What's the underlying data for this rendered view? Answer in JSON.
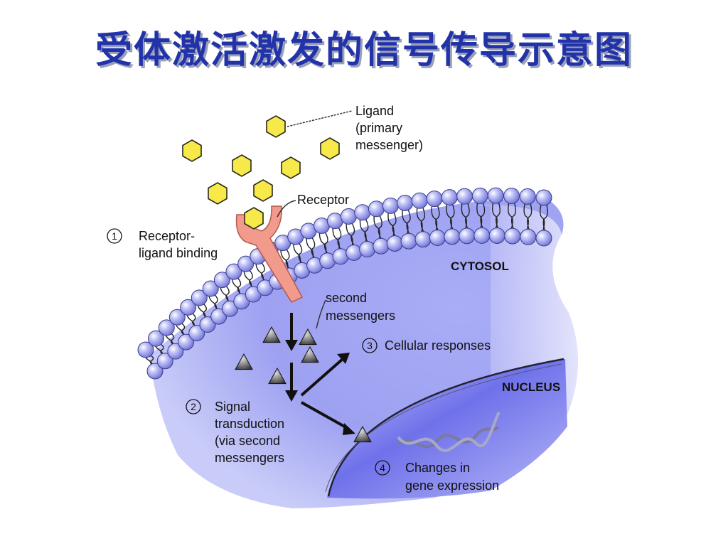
{
  "title": "受体激活激发的信号传导示意图",
  "diagram": {
    "ligand_label": [
      "Ligand",
      "(primary",
      "messenger)"
    ],
    "receptor_label": "Receptor",
    "step1": {
      "number": "1",
      "lines": [
        "Receptor-",
        "ligand binding"
      ]
    },
    "second_messengers_label": [
      "second",
      "messengers"
    ],
    "cytosol_label": "CYTOSOL",
    "step3": {
      "number": "3",
      "text": "Cellular responses"
    },
    "nucleus_label": "NUCLEUS",
    "step2": {
      "number": "2",
      "lines": [
        "Signal",
        "transduction",
        "(via second",
        "messengers"
      ]
    },
    "step4": {
      "number": "4",
      "lines": [
        "Changes in",
        "gene expression"
      ]
    }
  },
  "colors": {
    "title": "#2233aa",
    "ligand": "#f7e94a",
    "receptor": "#f29a8c",
    "membrane_head": "#9b9fec",
    "cytosol": "#9fa2f2",
    "nucleus": "#6d6fe8"
  }
}
